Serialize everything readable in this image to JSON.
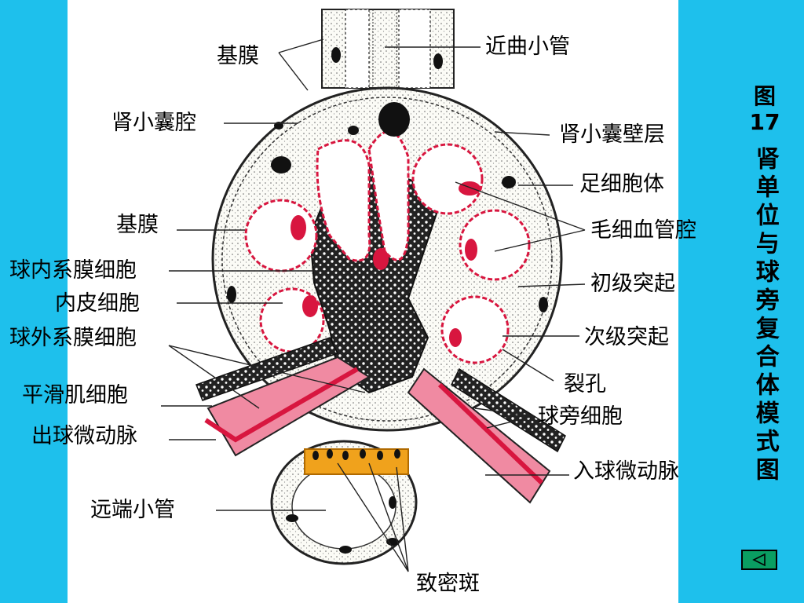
{
  "slide": {
    "side_title_num": "图17",
    "side_title_text": "肾单位与球旁复合体模式图",
    "back_button_glyph": "◁"
  },
  "labels": {
    "basement_membrane_top": "基膜",
    "proximal_tubule": "近曲小管",
    "capsule_lumen": "肾小囊腔",
    "capsule_parietal_layer": "肾小囊壁层",
    "podocyte_body": "足细胞体",
    "basement_membrane_mid": "基膜",
    "capillary_lumen": "毛细血管腔",
    "intraglomerular_mesangial": "球内系膜细胞",
    "primary_process": "初级突起",
    "endothelial_cell": "内皮细胞",
    "extraglomerular_mesangial": "球外系膜细胞",
    "secondary_process": "次级突起",
    "slit_pore": "裂孔",
    "smooth_muscle_cell": "平滑肌细胞",
    "juxtaglomerular_cell": "球旁细胞",
    "efferent_arteriole": "出球微动脉",
    "afferent_arteriole": "入球微动脉",
    "distal_tubule": "远端小管",
    "macula_densa": "致密斑"
  },
  "colors": {
    "background": "#1ec0ec",
    "panel": "#ffffff",
    "capillary_red": "#d8163f",
    "capillary_pink": "#f08aa2",
    "macula_densa_orange": "#f0a21c",
    "mesangium_dark": "#1a1a1a",
    "button_green": "#0a9e62"
  }
}
